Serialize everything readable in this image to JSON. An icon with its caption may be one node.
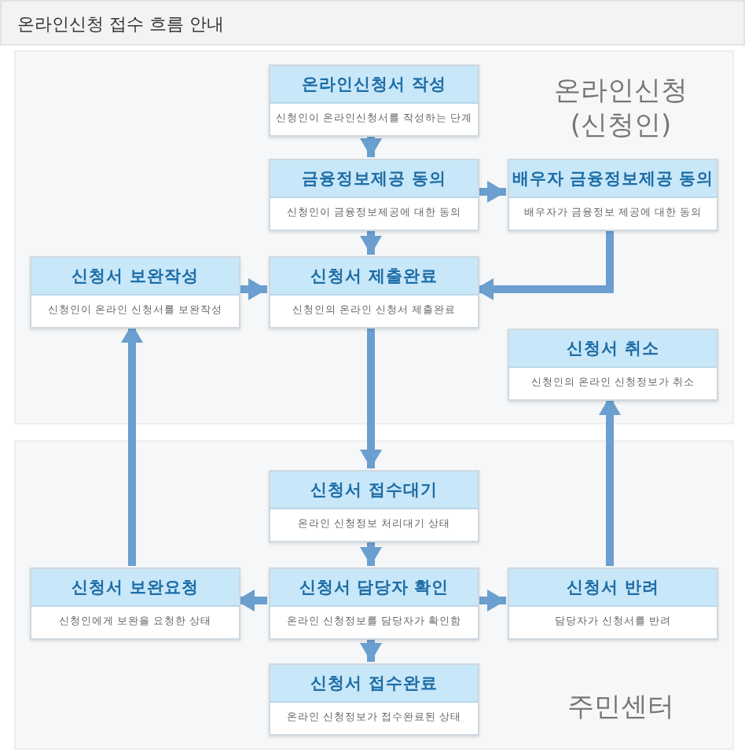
{
  "diagram": {
    "title": "온라인신청 접수 흐름 안내",
    "nodes": [
      {
        "text": [
          "온라인신청 (신청인)"
        ]
      },
      {
        "text": [
          "온라인신청서 작성",
          "신청인이 온라인신청서를 작성하는 단계"
        ],
        "in": 0
      },
      {
        "text": [
          "금융정보제공 동의",
          "신청인이 금융정보제공에 대한 동의"
        ],
        "in": 0
      },
      {
        "text": [
          "배우자 금융정보제공 동의",
          "배우자가 금융정보 제공에 대한 동의"
        ],
        "in": 0
      },
      {
        "text": [
          "신청서 보완작성",
          "신청인이 온라인 신청서를 보완작성"
        ],
        "in": 0
      },
      {
        "text": [
          "신청서 제출완료",
          "신청인의 온라인 신청서 제출완료"
        ],
        "in": 0
      },
      {
        "text": [
          "신청서 취소",
          "신청인의 온라인 신청정보가 취소"
        ],
        "in": 0
      },
      {
        "text": [
          "주민센터"
        ]
      },
      {
        "text": [
          "신청서 접수대기",
          "온라인 신청정보 처리대기 상태"
        ],
        "in": 7
      },
      {
        "text": [
          "신청서 보완요청",
          "신청인에게 보완을 요청한 상태"
        ],
        "in": 7
      },
      {
        "text": [
          "신청서 담당자 확인",
          "온라인 신청정보를 담당자가 확인함"
        ],
        "in": 7
      },
      {
        "text": [
          "신청서 반려",
          "담당자가 신청서를 반려"
        ],
        "in": 7
      },
      {
        "text": [
          "신청서 접수완료",
          "온라인 신청정보가 접수완료된 상태"
        ],
        "in": 7
      }
    ],
    "edges": [
      {
        "from": 1,
        "to": 2,
        "arrow": "to"
      },
      {
        "from": 2,
        "to": 3,
        "arrow": "to"
      },
      {
        "from": 2,
        "to": 5,
        "arrow": "to"
      },
      {
        "from": 3,
        "to": 5,
        "arrow": "to"
      },
      {
        "from": 4,
        "to": 5,
        "arrow": "to"
      },
      {
        "from": 5,
        "to": 8,
        "arrow": "to"
      },
      {
        "from": 8,
        "to": 10,
        "arrow": "to"
      },
      {
        "from": 10,
        "to": 9,
        "arrow": "to"
      },
      {
        "from": 10,
        "to": 11,
        "arrow": "to"
      },
      {
        "from": 10,
        "to": 12,
        "arrow": "to"
      },
      {
        "from": 9,
        "to": 4,
        "arrow": "to"
      },
      {
        "from": 11,
        "to": 6,
        "arrow": "to"
      }
    ]
  }
}
